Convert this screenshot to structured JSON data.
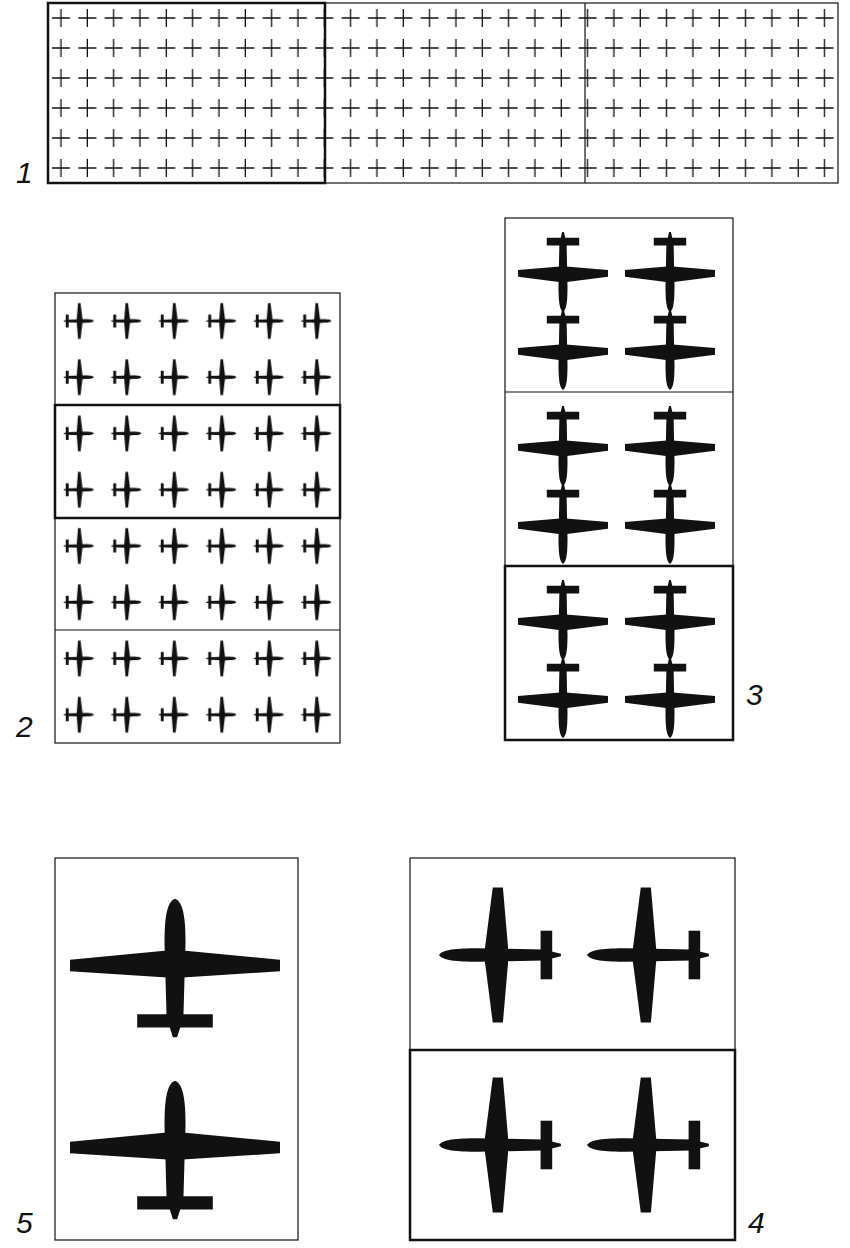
{
  "diagram": {
    "labels": [
      "1",
      "2",
      "3",
      "5",
      "4"
    ]
  }
}
